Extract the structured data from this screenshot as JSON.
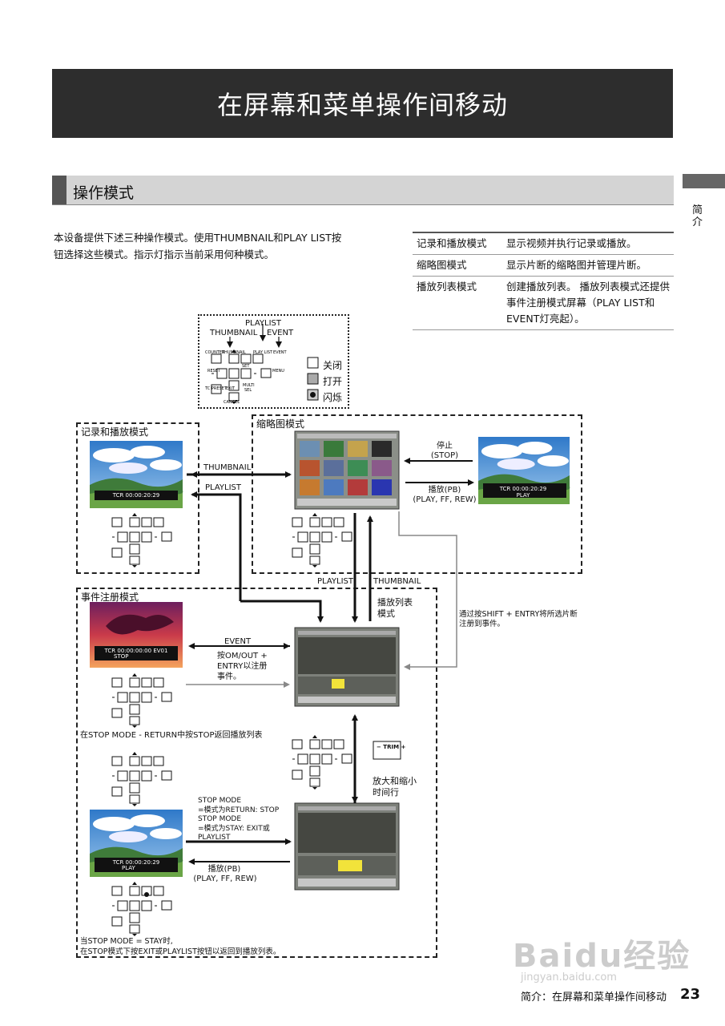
{
  "page": {
    "title": "在屏幕和菜单操作间移动",
    "section": "操作模式",
    "side_tab": "简介",
    "intro_line1": "本设备提供下述三种操作模式。使用THUMBNAIL和PLAY LIST按",
    "intro_line2": "钮选择这些模式。指示灯指示当前采用何种模式。",
    "footer": "简介：在屏幕和菜单操作间移动",
    "page_number": "23",
    "watermark": "Baidu经验",
    "watermark_url": "jingyan.baidu.com"
  },
  "modes": [
    {
      "name": "记录和播放模式",
      "desc": "显示视频并执行记录或播放。"
    },
    {
      "name": "缩略图模式",
      "desc": "显示片断的缩略图并管理片断。"
    },
    {
      "name": "播放列表模式",
      "desc": "创建播放列表。 播放列表模式还提供事件注册模式屏幕（PLAY LIST和EVENT灯亮起）。"
    }
  ],
  "legend": {
    "top_playlist": "PLAYLIST",
    "top_thumbnail": "THUMBNAIL",
    "top_event": "EVENT",
    "off": "关闭",
    "on": "打开",
    "blink": "闪烁",
    "btn_counter": "COUNTER",
    "btn_thumbnail": "THUMBNAIL",
    "btn_playlist": "PLAY LIST",
    "btn_event": "EVENT",
    "btn_reset": "RESET",
    "btn_menu": "MENU",
    "btn_set": "SET",
    "btn_tcpreset": "TC PRESET",
    "btn_exit": "EXIT",
    "btn_multi": "MULTI",
    "btn_sel": "SEL",
    "btn_cancel": "CANCEL"
  },
  "diagram": {
    "rec_mode": "记录和播放模式",
    "thumb_mode": "缩略图模式",
    "event_mode": "事件注册模式",
    "playlist_mode": "播放列表\n模式",
    "arrow_thumbnail": "THUMBNAIL",
    "arrow_playlist": "PLAYLIST",
    "arrow_playlist2": "PLAYLIST",
    "arrow_thumbnail2": "THUMBNAIL",
    "stop_label": "停止",
    "stop_paren": "(STOP)",
    "pb_label": "播放(PB)",
    "pb_paren": "(PLAY, FF, REW)",
    "event_arrow": "EVENT",
    "event_note": "按OM/OUT +\nENTRY以注册\n事件。",
    "shift_note1": "通过按SHIFT + ENTRY将所选片断",
    "shift_note2": "注册到事件。",
    "return_note": "在STOP MODE - RETURN中按STOP返回播放列表",
    "stop_mode_note": "STOP MODE\n=模式为RETURN: STOP\nSTOP MODE\n=模式为STAY: EXIT或\nPLAYLIST",
    "pb_label2": "播放(PB)",
    "pb_paren2": "(PLAY, FF, REW)",
    "trim_note": "放大和缩小\n时间行",
    "trim_label": "− TRIM +",
    "stay_note1": "当STOP MODE = STAY时,",
    "stay_note2": "在STOP模式下按EXIT或PLAYLIST按钮以返回到播放列表。",
    "tc1": "TCR 00:00:20:29",
    "tc2": "TCR 00:00:20:29",
    "tc2b": "PLAY",
    "tc3": "TCR 00:00:00:00 EV01",
    "tc3b": "STOP",
    "tc4": "TCR 00:00:20:29",
    "tc4b": "PLAY"
  }
}
